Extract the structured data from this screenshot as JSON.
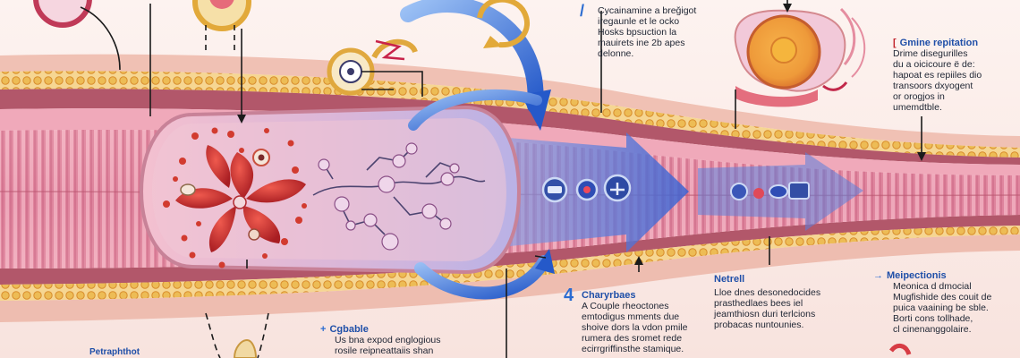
{
  "annotations": {
    "top_center": {
      "marker": "/",
      "lines": [
        "Cycainamine a breğigot",
        "iregaunle et le ocko",
        "Hosks bpsuction la",
        "mauirets ine 2b apes",
        "delonne."
      ]
    },
    "top_right": {
      "marker": "[",
      "title": "Gmine repitation",
      "lines": [
        "Drime disegurilles",
        "du a oicicoure ë de:",
        "hapoat es repiiles dio",
        "transoors dxyogent",
        "or orogjos in",
        "umemdtble."
      ]
    },
    "mid_right": {
      "marker": "→",
      "title": "Meipectionis",
      "lines": [
        "Meonica d dmocial",
        "Mugfishide des couit de",
        "puica vaaining be sble.",
        "Borti cons  tollhade,",
        "cl cinenanggolaire."
      ]
    },
    "mid_center_right": {
      "title": "Netrell",
      "lines": [
        "Lloe dnes desonedocides",
        "prasthedlaes bees iel",
        "jeamthiosn duri terlcions",
        "probacas nuntounies."
      ]
    },
    "bottom_center": {
      "marker": "4",
      "title": "Charyrbaes",
      "lines": [
        "A Couple rheoctones",
        "emtodigus mments due",
        "shoive dors la vdon pmile",
        "rumera des sromet rede",
        "ecirrgriffinsthe stamique."
      ]
    },
    "bottom_left_center": {
      "marker": "+",
      "title": "Cgbable",
      "lines": [
        "Us bna  expod englogious",
        "rosile reipneattaiis shan"
      ]
    },
    "bottom_left": {
      "title": "Petraphthot"
    }
  },
  "colors": {
    "background": "#fbeeea",
    "tissue_pink": "#e37f96",
    "tissue_light": "#f4b7c4",
    "fat_yellow": "#e9b84d",
    "lumen": "#f0b6c8",
    "arrow_blue": "#3f6fd8",
    "red_cell": "#c72a2a",
    "text": "#1e2533",
    "title_blue": "#1f4fa8"
  },
  "icons": [
    "cell-icon",
    "receptor-icon",
    "molecule-network-icon",
    "lipid-droplet-icon"
  ]
}
